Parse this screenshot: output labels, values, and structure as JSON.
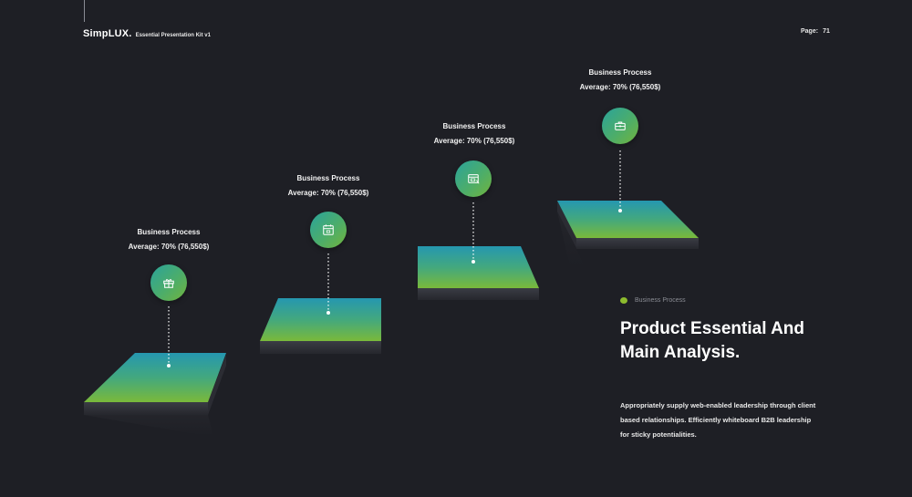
{
  "header": {
    "brand_name": "SimpLUX.",
    "brand_subtitle": "Essential Presentation Kit v1",
    "page_label": "Page:",
    "page_number": "71"
  },
  "steps": [
    {
      "title": "Business Process",
      "value": "Average: 70% (76,550$)",
      "icon": "gift-icon"
    },
    {
      "title": "Business Process",
      "value": "Average: 70% (76,550$)",
      "icon": "calendar-icon"
    },
    {
      "title": "Business Process",
      "value": "Average: 70% (76,550$)",
      "icon": "browser-window-icon"
    },
    {
      "title": "Business Process",
      "value": "Average: 70% (76,550$)",
      "icon": "briefcase-icon"
    }
  ],
  "content": {
    "kicker": "Business Process",
    "headline_line1": "Product Essential And",
    "headline_line2": "Main Analysis.",
    "body_line1": "Appropriately supply web-enabled leadership through client",
    "body_line2": "based relationships. Efficiently whiteboard B2B leadership",
    "body_line3": "for sticky potentialities."
  },
  "colors": {
    "background": "#1e1f25",
    "gradient_top": "#2597b0",
    "gradient_bottom": "#7ab93a",
    "accent_dot": "#8dbb2e"
  }
}
